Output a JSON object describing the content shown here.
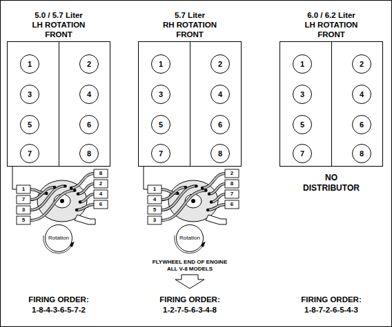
{
  "diagram": {
    "nodes": [
      {
        "text": [
          "5.0 / 5.7 Liter",
          "LH ROTATION",
          "FRONT"
        ]
      },
      {
        "text": [
          "1"
        ],
        "in": 0
      },
      {
        "text": [
          "2"
        ],
        "in": 0
      },
      {
        "text": [
          "3"
        ],
        "in": 0
      },
      {
        "text": [
          "4"
        ],
        "in": 0
      },
      {
        "text": [
          "5"
        ],
        "in": 0
      },
      {
        "text": [
          "6"
        ],
        "in": 0
      },
      {
        "text": [
          "7"
        ],
        "in": 0
      },
      {
        "text": [
          "8"
        ],
        "in": 0
      },
      {
        "text": [
          "5.7 Liter",
          "RH ROTATION",
          "FRONT"
        ]
      },
      {
        "text": [
          "1"
        ],
        "in": 9
      },
      {
        "text": [
          "2"
        ],
        "in": 9
      },
      {
        "text": [
          "3"
        ],
        "in": 9
      },
      {
        "text": [
          "4"
        ],
        "in": 9
      },
      {
        "text": [
          "5"
        ],
        "in": 9
      },
      {
        "text": [
          "6"
        ],
        "in": 9
      },
      {
        "text": [
          "7"
        ],
        "in": 9
      },
      {
        "text": [
          "8"
        ],
        "in": 9
      },
      {
        "text": [
          "6.0 / 6.2 Liter",
          "LH ROTATION",
          "FRONT"
        ]
      },
      {
        "text": [
          "1"
        ],
        "in": 18
      },
      {
        "text": [
          "2"
        ],
        "in": 18
      },
      {
        "text": [
          "3"
        ],
        "in": 18
      },
      {
        "text": [
          "4"
        ],
        "in": 18
      },
      {
        "text": [
          "5"
        ],
        "in": 18
      },
      {
        "text": [
          "6"
        ],
        "in": 18
      },
      {
        "text": [
          "7"
        ],
        "in": 18
      },
      {
        "text": [
          "8"
        ],
        "in": 18
      },
      {
        "text": [
          "Rotation"
        ]
      },
      {
        "text": [
          "Rotation"
        ]
      }
    ],
    "labels": [
      "1",
      "7",
      "3",
      "5",
      "8",
      "2",
      "4",
      "6",
      "1",
      "4",
      "5",
      "3",
      "2",
      "8",
      "7",
      "6",
      "NO DISTRIBUTOR",
      "FLYWHEEL END OF ENGINE ALL V-8 MODELS",
      "FIRING ORDER:",
      "1-8-4-3-6-5-7-2",
      "FIRING ORDER:",
      "1-2-7-5-6-3-4-8",
      "FIRING ORDER:",
      "1-8-7-2-6-5-4-3"
    ]
  }
}
